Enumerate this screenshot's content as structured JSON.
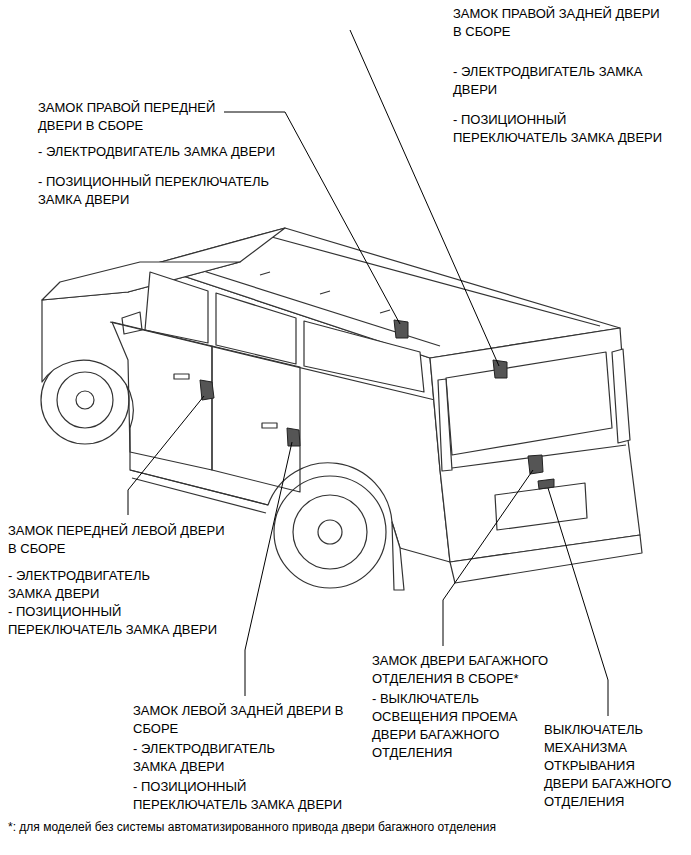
{
  "diagram": {
    "labels": [
      "ЗАМОК ПРАВОЙ ЗАДНЕЙ ДВЕРИ В СБОРЕ",
      "- ЭЛЕКТРОДВИГАТЕЛЬ ЗАМКА ДВЕРИ",
      "- ПОЗИЦИОННЫЙ ПЕРЕКЛЮЧАТЕЛЬ ЗАМКА ДВЕРИ",
      "ЗАМОК ПРАВОЙ ПЕРЕДНЕЙ ДВЕРИ В СБОРЕ",
      "- ЭЛЕКТРОДВИГАТЕЛЬ ЗАМКА ДВЕРИ",
      "- ПОЗИЦИОННЫЙ ПЕРЕКЛЮЧАТЕЛЬ ЗАМКА ДВЕРИ",
      "ЗАМОК ПЕРЕДНЕЙ ЛЕВОЙ ДВЕРИ В СБОРЕ",
      "- ЭЛЕКТРОДВИГАТЕЛЬ ЗАМКА ДВЕРИ",
      "- ПОЗИЦИОННЫЙ ПЕРЕКЛЮЧАТЕЛЬ ЗАМКА ДВЕРИ",
      "ЗАМОК ДВЕРИ БАГАЖНОГО ОТДЕЛЕНИЯ В СБОРЕ*",
      "- ВЫКЛЮЧАТЕЛЬ ОСВЕЩЕНИЯ ПРОЕМА ДВЕРИ БАГАЖНОГО ОТДЕЛЕНИЯ",
      "ВЫКЛЮЧАТЕЛЬ МЕХАНИЗМА ОТКРЫВАНИЯ ДВЕРИ БАГАЖНОГО ОТДЕЛЕНИЯ",
      "ЗАМОК ЛЕВОЙ ЗАДНЕЙ ДВЕРИ В СБОРЕ",
      "- ЭЛЕКТРОДВИГАТЕЛЬ ЗАМКА ДВЕРИ",
      "- ПОЗИЦИОННЫЙ ПЕРЕКЛЮЧАТЕЛЬ ЗАМКА ДВЕРИ",
      "*: для моделей без системы автоматизированного привода двери багажного отделения"
    ]
  }
}
